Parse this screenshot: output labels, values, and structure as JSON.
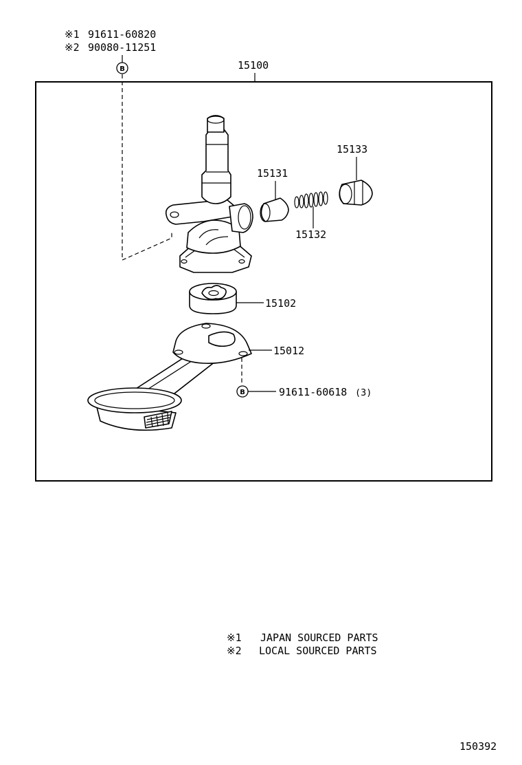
{
  "notes": {
    "ref1_mark": "※1",
    "ref1_part": "91611-60820",
    "ref2_mark": "※2",
    "ref2_part": "90080-11251"
  },
  "bolt_marker": "B",
  "assembly": {
    "part_no": "15100"
  },
  "parts": {
    "p15131": "15131",
    "p15132": "15132",
    "p15133": "15133",
    "p15102": "15102",
    "p15012": "15012"
  },
  "bolt_callout": {
    "part_no": "91611-60618",
    "qty": "(3)"
  },
  "legend": {
    "item1_mark": "※1",
    "item1_text": "JAPAN SOURCED PARTS",
    "item2_mark": "※2",
    "item2_text": "LOCAL SOURCED PARTS"
  },
  "diagram_id": "150392"
}
